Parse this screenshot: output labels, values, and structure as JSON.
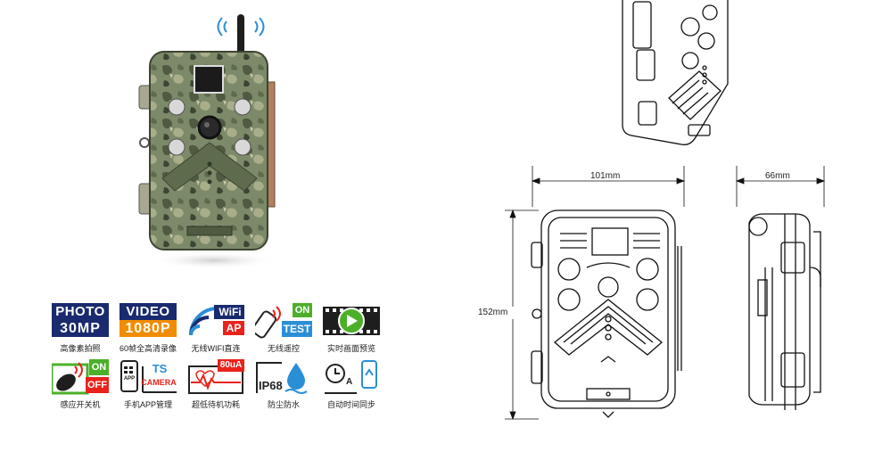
{
  "features": [
    {
      "top": "PHOTO",
      "bottom": "30MP",
      "caption": "高像素拍照"
    },
    {
      "top": "VIDEO",
      "bottom": "1080P",
      "caption": "60帧全高清录像"
    },
    {
      "top": "WiFi",
      "bottom": "AP",
      "caption": "无线WIFI直连"
    },
    {
      "top": "ON",
      "bottom": "TEST",
      "caption": "无线遥控"
    },
    {
      "top": "",
      "bottom": "",
      "caption": "实时画面预览"
    },
    {
      "top": "ON",
      "bottom": "OFF",
      "caption": "感应开关机"
    },
    {
      "top": "TS",
      "bottom": "CAMERA",
      "caption": "手机APP管理",
      "app_label": "APP"
    },
    {
      "top": "80uA",
      "bottom": "",
      "caption": "超低待机功耗"
    },
    {
      "top": "IP68",
      "bottom": "",
      "caption": "防尘防水"
    },
    {
      "top": "A",
      "bottom": "",
      "caption": "自动时间同步"
    }
  ],
  "dimensions": {
    "width": "101mm",
    "depth": "66mm",
    "height": "152mm"
  },
  "colors": {
    "navy": "#1a2a6e",
    "orange": "#f08c00",
    "red": "#e8231c",
    "green": "#4caf2a",
    "blue": "#2b8fd6",
    "camo": "#6b7a5a"
  }
}
